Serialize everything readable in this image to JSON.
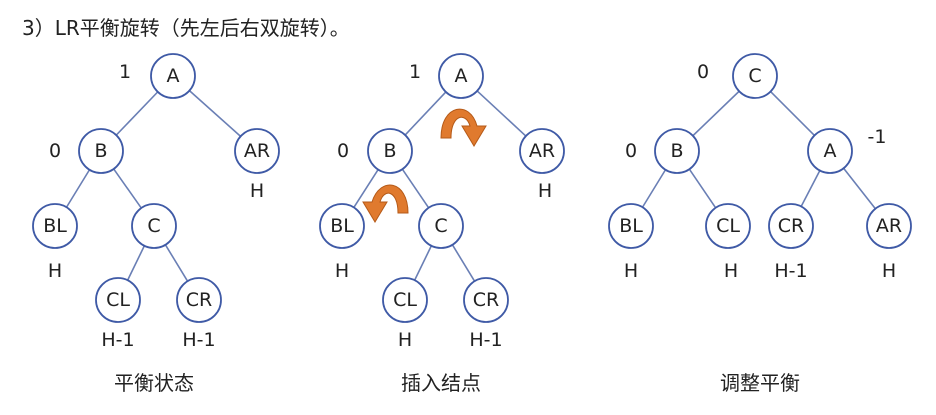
{
  "heading": "3）LR平衡旋转（先左后右双旋转）。",
  "trees": [
    {
      "caption": "平衡状态",
      "nodes": [
        {
          "id": "A",
          "label": "A"
        },
        {
          "id": "B",
          "label": "B"
        },
        {
          "id": "AR",
          "label": "AR"
        },
        {
          "id": "BL",
          "label": "BL"
        },
        {
          "id": "C",
          "label": "C"
        },
        {
          "id": "CL",
          "label": "CL"
        },
        {
          "id": "CR",
          "label": "CR"
        }
      ],
      "edges": [
        [
          "A",
          "B"
        ],
        [
          "A",
          "AR"
        ],
        [
          "B",
          "BL"
        ],
        [
          "B",
          "C"
        ],
        [
          "C",
          "CL"
        ],
        [
          "C",
          "CR"
        ]
      ],
      "factors": [
        {
          "node": "A",
          "value": "1"
        },
        {
          "node": "B",
          "value": "0"
        }
      ],
      "heights": [
        {
          "node": "AR",
          "value": "H"
        },
        {
          "node": "BL",
          "value": "H"
        },
        {
          "node": "CL",
          "value": "H-1"
        },
        {
          "node": "CR",
          "value": "H-1"
        }
      ],
      "rotations": []
    },
    {
      "caption": "插入结点",
      "nodes": [
        {
          "id": "A",
          "label": "A"
        },
        {
          "id": "B",
          "label": "B"
        },
        {
          "id": "AR",
          "label": "AR"
        },
        {
          "id": "BL",
          "label": "BL"
        },
        {
          "id": "C",
          "label": "C"
        },
        {
          "id": "CL",
          "label": "CL"
        },
        {
          "id": "CR",
          "label": "CR"
        }
      ],
      "edges": [
        [
          "A",
          "B"
        ],
        [
          "A",
          "AR"
        ],
        [
          "B",
          "BL"
        ],
        [
          "B",
          "C"
        ],
        [
          "C",
          "CL"
        ],
        [
          "C",
          "CR"
        ]
      ],
      "factors": [
        {
          "node": "A",
          "value": "1"
        },
        {
          "node": "B",
          "value": "0"
        }
      ],
      "heights": [
        {
          "node": "AR",
          "value": "H"
        },
        {
          "node": "BL",
          "value": "H"
        },
        {
          "node": "CL",
          "value": "H",
          "color": "#c62828"
        },
        {
          "node": "CR",
          "value": "H-1"
        }
      ],
      "rotations": [
        "clockwise",
        "counterclockwise"
      ]
    },
    {
      "caption": "调整平衡",
      "nodes": [
        {
          "id": "C",
          "label": "C"
        },
        {
          "id": "B",
          "label": "B"
        },
        {
          "id": "A",
          "label": "A"
        },
        {
          "id": "BL",
          "label": "BL"
        },
        {
          "id": "CL",
          "label": "CL"
        },
        {
          "id": "CR",
          "label": "CR"
        },
        {
          "id": "AR",
          "label": "AR"
        }
      ],
      "edges": [
        [
          "C",
          "B"
        ],
        [
          "C",
          "A"
        ],
        [
          "B",
          "BL"
        ],
        [
          "B",
          "CL"
        ],
        [
          "A",
          "CR"
        ],
        [
          "A",
          "AR"
        ]
      ],
      "factors": [
        {
          "node": "C",
          "value": "0"
        },
        {
          "node": "B",
          "value": "0"
        },
        {
          "node": "A",
          "value": "-1"
        }
      ],
      "heights": [
        {
          "node": "BL",
          "value": "H"
        },
        {
          "node": "CL",
          "value": "H"
        },
        {
          "node": "CR",
          "value": "H-1"
        },
        {
          "node": "AR",
          "value": "H"
        }
      ],
      "rotations": []
    }
  ]
}
